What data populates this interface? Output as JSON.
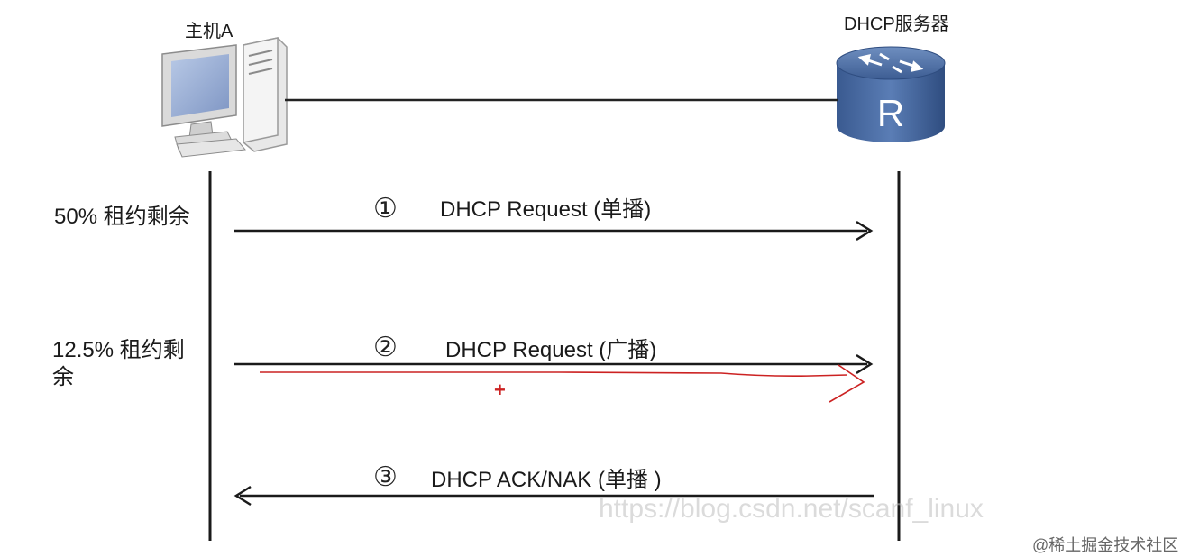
{
  "host": {
    "label": "主机A"
  },
  "server": {
    "label": "DHCP服务器",
    "router_glyph": "R"
  },
  "steps": [
    {
      "condition": "50% 租约剩余",
      "number": "①",
      "message": "DHCP Request (单播)",
      "direction": "host-to-server"
    },
    {
      "condition": "12.5% 租约剩余",
      "number": "②",
      "message": "DHCP Request (广播)",
      "direction": "host-to-server"
    },
    {
      "number": "③",
      "message": "DHCP ACK/NAK (单播 )",
      "direction": "server-to-host"
    }
  ],
  "annotation": {
    "mark": "+",
    "color": "#cc2222"
  },
  "watermark": "https://blog.csdn.net/scanf_linux",
  "corner_watermark": "@稀土掘金技术社区"
}
